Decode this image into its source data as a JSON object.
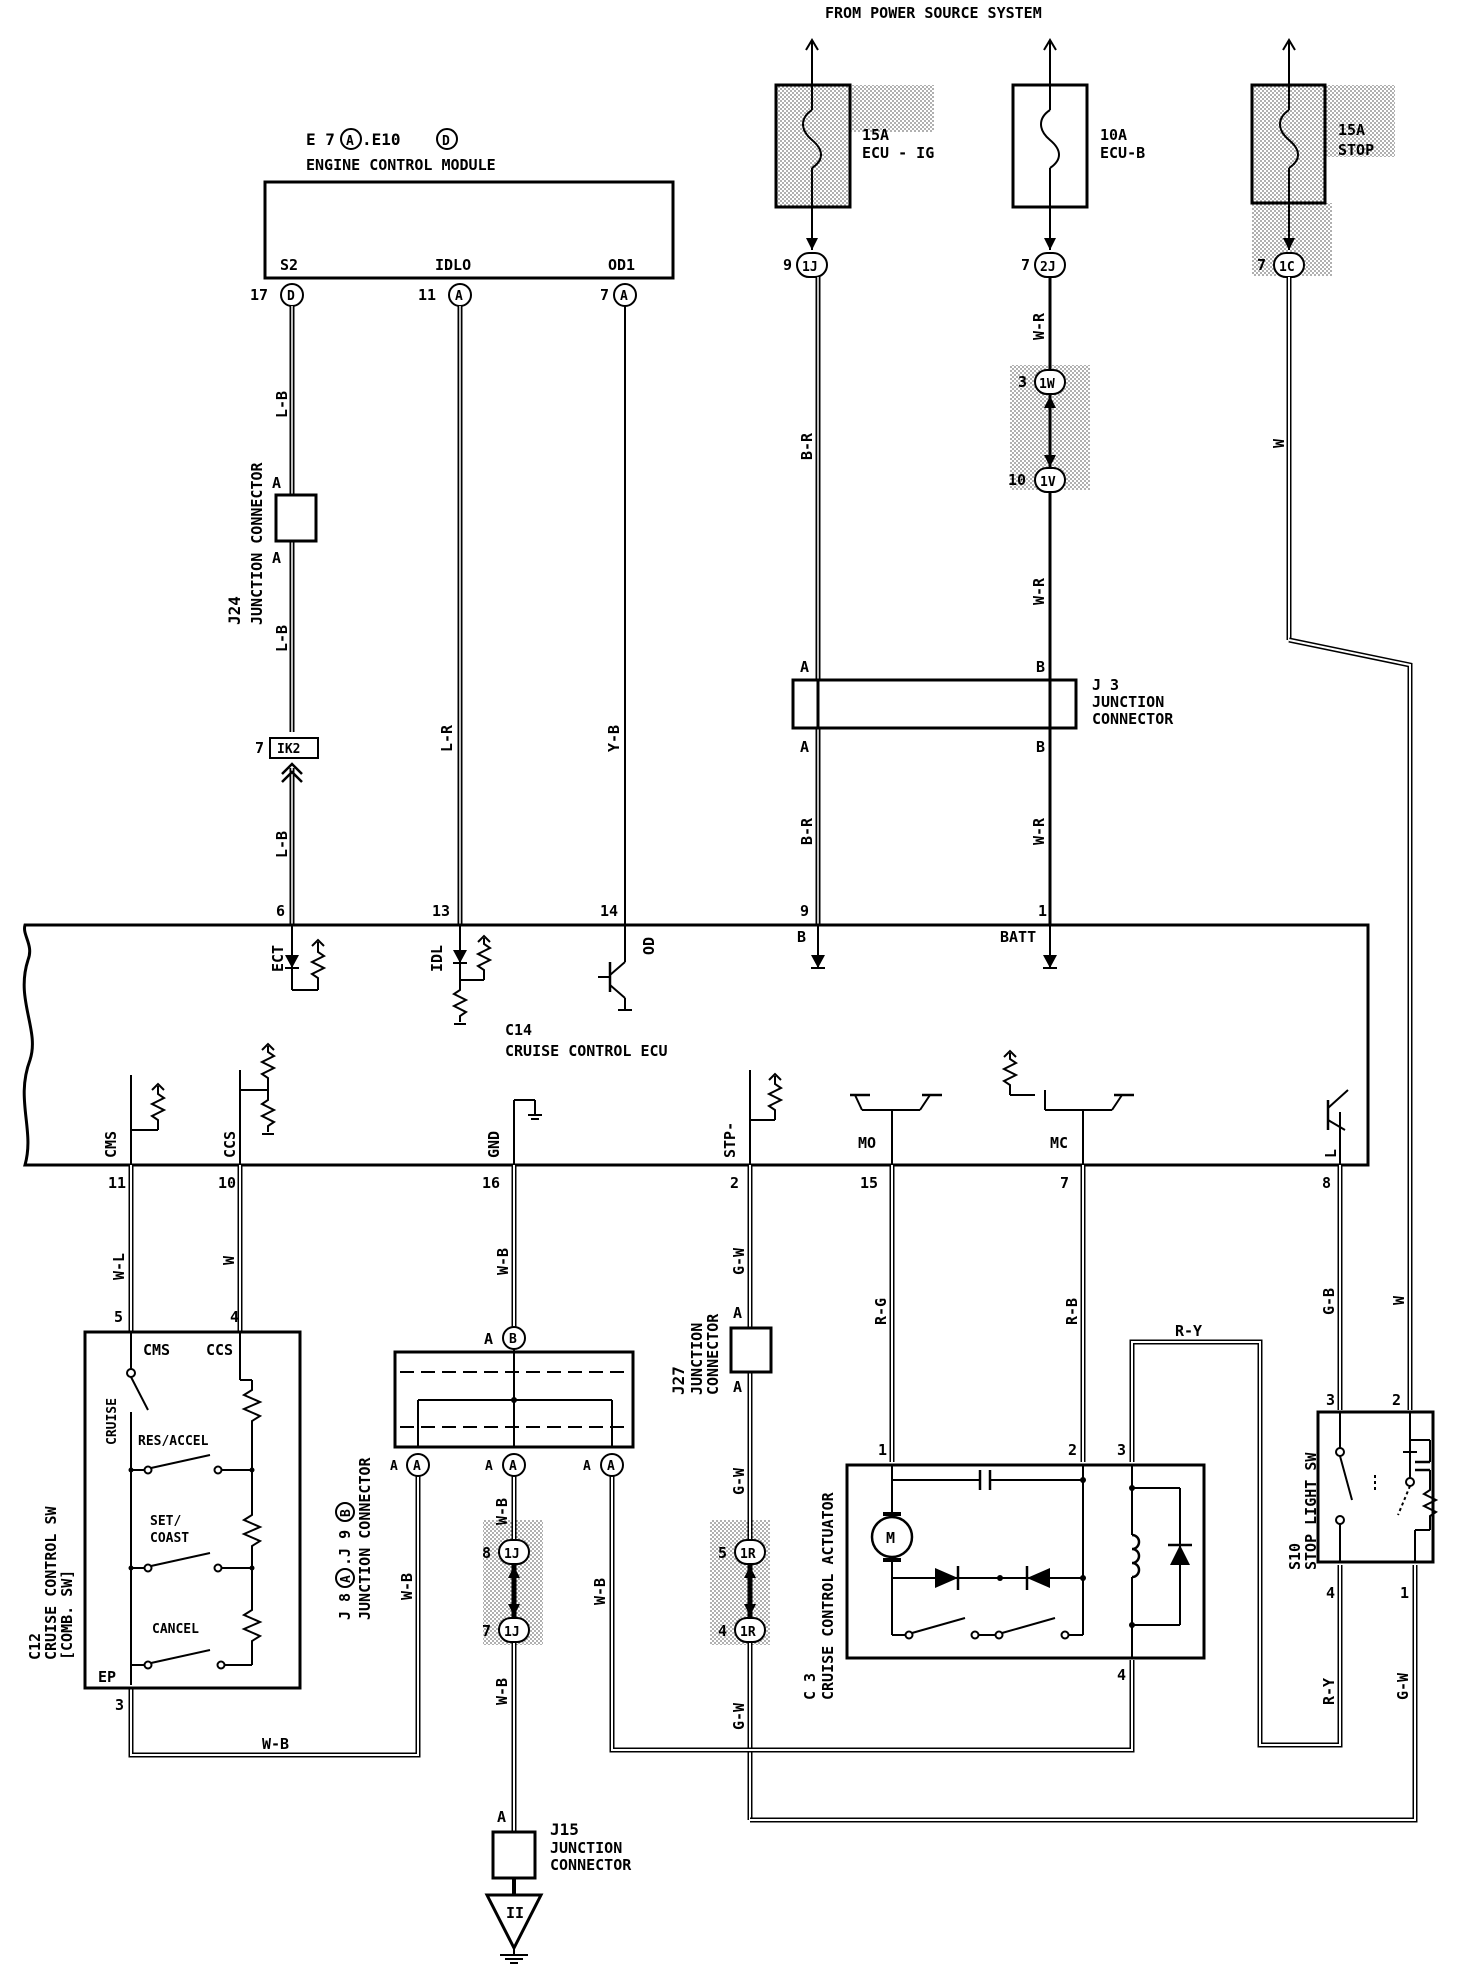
{
  "header": {
    "power_source": "FROM POWER SOURCE SYSTEM"
  },
  "fuses": [
    {
      "amp": "15A",
      "name": "ECU - IG"
    },
    {
      "amp": "10A",
      "name": "ECU-B"
    },
    {
      "amp": "15A",
      "name": "STOP"
    }
  ],
  "ecm": {
    "code_prefix": "E 7",
    "code_mid": ".E10",
    "code_a": "A",
    "code_d": "D",
    "title": "ENGINE CONTROL MODULE",
    "pins": {
      "s2": "S2",
      "idlo": "IDLO",
      "od1": "OD1"
    },
    "pin_numbers": {
      "s2": "17",
      "idlo": "11",
      "od1": "7"
    },
    "pin_connectors": {
      "s2": "D",
      "idlo": "A",
      "od1": "A"
    }
  },
  "fuse_connectors": [
    {
      "num": "9",
      "code": "1J"
    },
    {
      "num": "7",
      "code": "2J"
    },
    {
      "num": "7",
      "code": "1C"
    },
    {
      "num": "3",
      "code": "1W"
    },
    {
      "num": "10",
      "code": "1V"
    }
  ],
  "j24": {
    "code": "J24",
    "label": "JUNCTION CONNECTOR",
    "pin_a": "A",
    "pin_a2": "A"
  },
  "ik2": {
    "num": "7",
    "code": "IK2"
  },
  "j3": {
    "code": "J 3",
    "line1": "JUNCTION",
    "line2": "CONNECTOR",
    "pin_a": "A",
    "pin_b": "B"
  },
  "ecu": {
    "code": "C14",
    "title": "CRUISE CONTROL ECU",
    "top_pins": [
      {
        "num": "6",
        "name": "ECT"
      },
      {
        "num": "13",
        "name": "IDL"
      },
      {
        "num": "14",
        "name": "OD"
      },
      {
        "num": "9",
        "name": "B"
      },
      {
        "num": "1",
        "name": "BATT"
      }
    ],
    "bottom_pins": [
      {
        "num": "11",
        "name": "CMS"
      },
      {
        "num": "10",
        "name": "CCS"
      },
      {
        "num": "16",
        "name": "GND"
      },
      {
        "num": "2",
        "name": "STP-"
      },
      {
        "num": "15",
        "name": "MO"
      },
      {
        "num": "7",
        "name": "MC"
      },
      {
        "num": "8",
        "name": "L"
      }
    ]
  },
  "wires": {
    "lb": "L-B",
    "lr": "L-R",
    "yb": "Y-B",
    "br": "B-R",
    "wr": "W-R",
    "w": "W",
    "wl": "W-L",
    "wb": "W-B",
    "gw": "G-W",
    "rg": "R-G",
    "rb": "R-B",
    "gb": "G-B",
    "ry": "R-Y"
  },
  "c12": {
    "code": "C12",
    "line1": "CRUISE CONTROL SW",
    "line2": "[COMB. SW]",
    "pin_cms": "CMS",
    "pin_ccs": "CCS",
    "pin_ep": "EP",
    "num_cms": "5",
    "num_ccs": "4",
    "num_ep": "3",
    "sw_cruise": "CRUISE",
    "sw_res": "RES/ACCEL",
    "sw_set1": "SET/",
    "sw_set2": "COAST",
    "sw_cancel": "CANCEL"
  },
  "j8j9": {
    "title1": "J 8",
    "title_mid": ".J 9",
    "a": "A",
    "b": "B",
    "label": "JUNCTION CONNECTOR"
  },
  "j27": {
    "code": "J27",
    "line1": "JUNCTION",
    "line2": "CONNECTOR",
    "pin_a": "A"
  },
  "mid_connectors": [
    {
      "num": "8",
      "code": "1J"
    },
    {
      "num": "7",
      "code": "1J"
    },
    {
      "num": "5",
      "code": "1R"
    },
    {
      "num": "4",
      "code": "1R"
    }
  ],
  "c3": {
    "code": "C 3",
    "label": "CRUISE CONTROL ACTUATOR",
    "motor": "M",
    "p1": "1",
    "p2": "2",
    "p3": "3",
    "p4": "4"
  },
  "s10": {
    "code": "S10",
    "label": "STOP LIGHT SW",
    "p1": "1",
    "p2": "2",
    "p3": "3",
    "p4": "4"
  },
  "j15": {
    "code": "J15",
    "line1": "JUNCTION",
    "line2": "CONNECTOR",
    "pin_a": "A"
  },
  "ground": {
    "code": "II"
  }
}
